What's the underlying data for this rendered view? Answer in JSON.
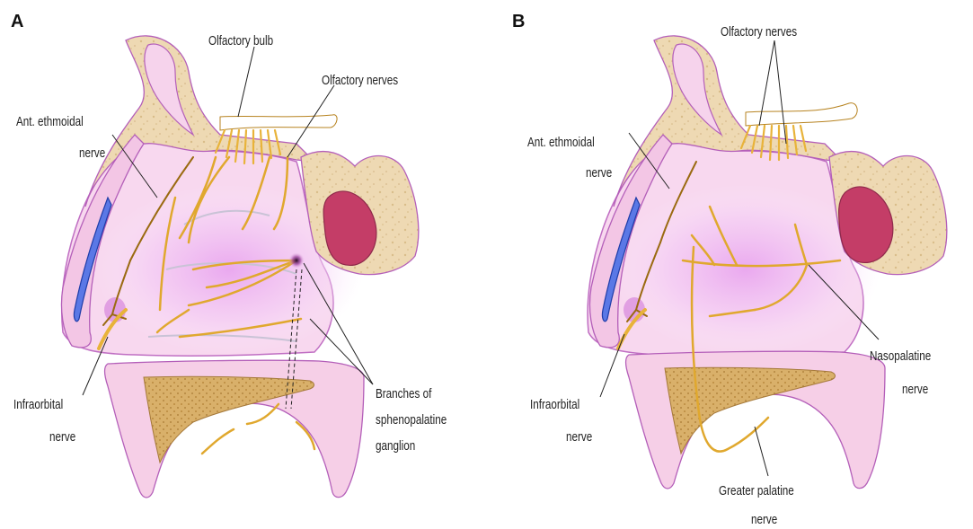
{
  "panels": [
    {
      "letter": "A",
      "labels": {
        "olfactory_bulb": "Olfactory bulb",
        "olfactory_nerves": "Olfactory nerves",
        "ant_ethmoidal_1": "Ant. ethmoidal",
        "ant_ethmoidal_2": "nerve",
        "infraorbital_1": "Infraorbital",
        "infraorbital_2": "nerve",
        "branches_1": "Branches of",
        "branches_2": "sphenopalatine",
        "branches_3": "ganglion"
      }
    },
    {
      "letter": "B",
      "labels": {
        "olfactory_nerves": "Olfactory nerves",
        "ant_ethmoidal_1": "Ant. ethmoidal",
        "ant_ethmoidal_2": "nerve",
        "infraorbital_1": "Infraorbital",
        "infraorbital_2": "nerve",
        "nasopalatine_1": "Nasopalatine",
        "nasopalatine_2": "nerve",
        "greater_palatine_1": "Greater palatine",
        "greater_palatine_2": "nerve"
      }
    }
  ],
  "colors": {
    "nerve": "#e8b33a",
    "nerve_dark": "#9a6a10",
    "bone": "#eed9b3",
    "mucosa": "#f6d3ec",
    "outline": "#b45fb9",
    "sinus": "#c43d67",
    "vessel": "#3d60d8"
  }
}
